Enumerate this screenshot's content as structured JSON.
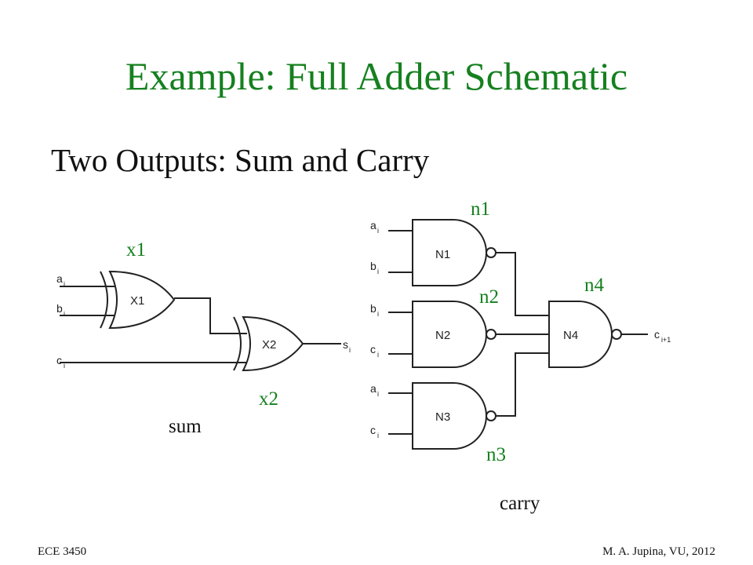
{
  "slide": {
    "title": "Example: Full Adder Schematic",
    "subtitle": "Two Outputs: Sum and Carry"
  },
  "labels": {
    "x1": "x1",
    "x2": "x2",
    "sum": "sum",
    "n1": "n1",
    "n2": "n2",
    "n3": "n3",
    "n4": "n4",
    "carry": "carry"
  },
  "schematic": {
    "gates": {
      "x1": "X1",
      "x2": "X2",
      "n1": "N1",
      "n2": "N2",
      "n3": "N3",
      "n4": "N4"
    },
    "signals": {
      "a": "a",
      "b": "b",
      "c": "c",
      "s": "s",
      "sub_i": "i",
      "sub_i1": "i+1"
    }
  },
  "footer": {
    "left": "ECE 3450",
    "right": "M. A. Jupina, VU, 2012"
  },
  "colors": {
    "title": "#15801f",
    "text": "#111111"
  }
}
